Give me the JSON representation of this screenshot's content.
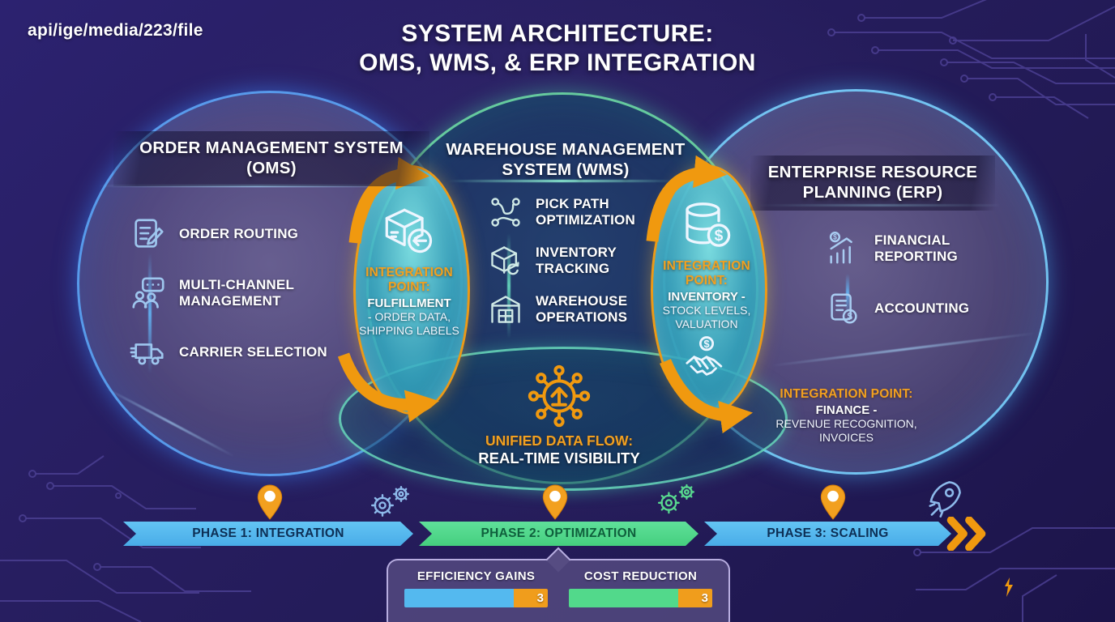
{
  "header": {
    "path_label": "api/ige/media/223/file",
    "title_line1": "SYSTEM ARCHITECTURE:",
    "title_line2": "OMS, WMS, & ERP INTEGRATION"
  },
  "systems": {
    "oms": {
      "title": "ORDER MANAGEMENT SYSTEM (OMS)",
      "items": [
        {
          "label": "ORDER ROUTING",
          "icon": "order-routing-document-icon"
        },
        {
          "label": "MULTI-CHANNEL MANAGEMENT",
          "icon": "multi-channel-people-chat-icon"
        },
        {
          "label": "CARRIER SELECTION",
          "icon": "delivery-truck-icon"
        }
      ]
    },
    "wms": {
      "title": "WAREHOUSE MANAGEMENT SYSTEM (WMS)",
      "items": [
        {
          "label": "PICK PATH OPTIMIZATION",
          "icon": "pick-path-network-icon"
        },
        {
          "label": "INVENTORY TRACKING",
          "icon": "inventory-box-icon"
        },
        {
          "label": "WAREHOUSE OPERATIONS",
          "icon": "warehouse-building-icon"
        }
      ]
    },
    "erp": {
      "title": "ENTERPRISE RESOURCE PLANNING (ERP)",
      "items": [
        {
          "label": "FINANCIAL REPORTING",
          "icon": "financial-chart-dollar-icon"
        },
        {
          "label": "ACCOUNTING",
          "icon": "accounting-document-dollar-icon"
        }
      ]
    }
  },
  "integration_points": [
    {
      "heading": "INTEGRATION POINT:",
      "system": "FULFILLMENT",
      "details": "- ORDER DATA, SHIPPING LABELS",
      "icon": "shipping-box-return-icon"
    },
    {
      "heading": "INTEGRATION POINT:",
      "system": "INVENTORY -",
      "details": "STOCK LEVELS, VALUATION",
      "icon": "database-dollar-icon",
      "secondary_icon": "handshake-dollar-icon"
    },
    {
      "heading": "INTEGRATION POINT:",
      "system": "FINANCE -",
      "details": "REVENUE RECOGNITION, INVOICES"
    }
  ],
  "unified_flow": {
    "heading": "UNIFIED DATA FLOW:",
    "detail": "REAL-TIME VISIBILITY",
    "icon": "data-hub-arrow-icon"
  },
  "timeline": {
    "phases": [
      {
        "label": "PHASE 1: INTEGRATION",
        "color": "#54b9ef"
      },
      {
        "label": "PHASE 2: OPTIMIZATION",
        "color": "#52d98b"
      },
      {
        "label": "PHASE 3: SCALING",
        "color": "#54b9ef"
      }
    ],
    "marker_icon": "location-pin-icon",
    "decor_icons": [
      "gears-blue-icon",
      "gears-green-icon",
      "rocket-icon",
      "double-chevron-icon"
    ]
  },
  "metrics": [
    {
      "label": "EFFICIENCY GAINS",
      "value": "3",
      "bar_color": "#54b9ef"
    },
    {
      "label": "COST REDUCTION",
      "value": "3",
      "bar_color": "#52d98b"
    }
  ],
  "colors": {
    "background": "#251c5b",
    "accent_orange": "#f09d1c",
    "phase_blue": "#54b9ef",
    "phase_green": "#52d98b",
    "lens_teal": "#3cb6c4",
    "ring_blue": "#5aaaff",
    "ring_green": "#6edca5"
  }
}
